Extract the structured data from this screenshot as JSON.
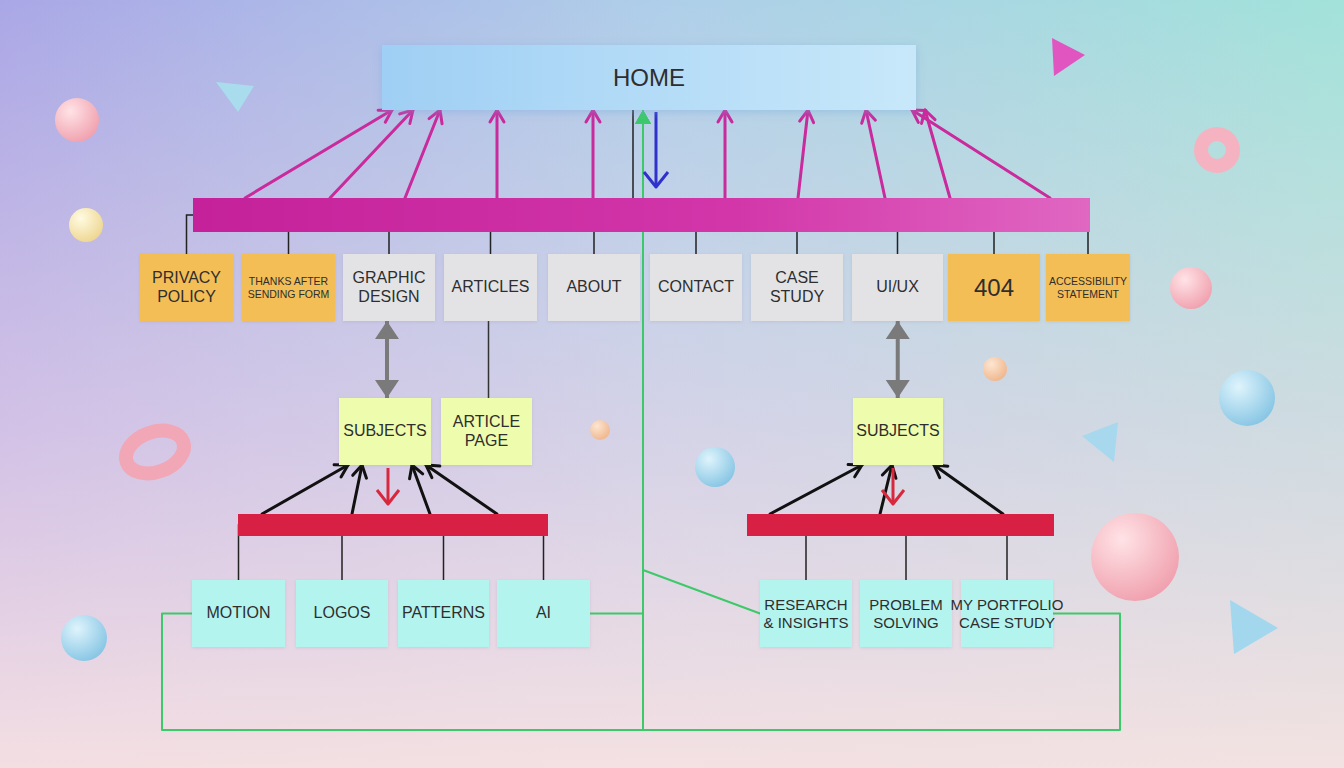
{
  "diagram": {
    "nodes": [
      {
        "text": [
          "HOME"
        ]
      },
      {
        "text": [
          "PRIVACY POLICY"
        ]
      },
      {
        "text": [
          "THANKS AFTER SENDING FORM"
        ]
      },
      {
        "text": [
          "GRAPHIC DESIGN"
        ]
      },
      {
        "text": [
          "ARTICLES"
        ]
      },
      {
        "text": [
          "ABOUT"
        ]
      },
      {
        "text": [
          "CONTACT"
        ]
      },
      {
        "text": [
          "CASE STUDY"
        ]
      },
      {
        "text": [
          "UI/UX"
        ]
      },
      {
        "text": [
          "404"
        ]
      },
      {
        "text": [
          "ACCESSIBILITY STATEMENT"
        ]
      },
      {
        "text": [
          "SUBJECTS"
        ]
      },
      {
        "text": [
          "ARTICLE PAGE"
        ]
      },
      {
        "text": [
          "SUBJECTS"
        ]
      },
      {
        "text": [
          "MOTION"
        ]
      },
      {
        "text": [
          "LOGOS"
        ]
      },
      {
        "text": [
          "PATTERNS"
        ]
      },
      {
        "text": [
          "AI"
        ]
      },
      {
        "text": [
          "RESEARCH & INSIGHTS"
        ]
      },
      {
        "text": [
          "PROBLEM SOLVING"
        ]
      },
      {
        "text": [
          "MY PORTFOLIO CASE STUDY"
        ]
      }
    ],
    "edges": [
      {
        "from": 1,
        "to": 0,
        "arrow": "to"
      },
      {
        "from": 2,
        "to": 0,
        "arrow": "to"
      },
      {
        "from": 3,
        "to": 0,
        "arrow": "to"
      },
      {
        "from": 4,
        "to": 0,
        "arrow": "to"
      },
      {
        "from": 5,
        "to": 0,
        "arrow": "to"
      },
      {
        "from": 6,
        "to": 0,
        "arrow": "to"
      },
      {
        "from": 7,
        "to": 0,
        "arrow": "to"
      },
      {
        "from": 8,
        "to": 0,
        "arrow": "to"
      },
      {
        "from": 9,
        "to": 0,
        "arrow": "to"
      },
      {
        "from": 10,
        "to": 0,
        "arrow": "to"
      },
      {
        "from": 3,
        "to": 11,
        "arrow": "both"
      },
      {
        "from": 4,
        "to": 12,
        "arrow": "none"
      },
      {
        "from": 8,
        "to": 13,
        "arrow": "both"
      },
      {
        "from": 14,
        "to": 11,
        "arrow": "to"
      },
      {
        "from": 15,
        "to": 11,
        "arrow": "to"
      },
      {
        "from": 16,
        "to": 11,
        "arrow": "to"
      },
      {
        "from": 17,
        "to": 11,
        "arrow": "to"
      },
      {
        "from": 18,
        "to": 13,
        "arrow": "to"
      },
      {
        "from": 19,
        "to": 13,
        "arrow": "to"
      },
      {
        "from": 20,
        "to": 13,
        "arrow": "to"
      },
      {
        "from": 14,
        "to": 0,
        "arrow": "to"
      },
      {
        "from": 17,
        "to": 0,
        "arrow": "to"
      },
      {
        "from": 18,
        "to": 0,
        "arrow": "to"
      },
      {
        "from": 20,
        "to": 0,
        "arrow": "to"
      }
    ]
  }
}
